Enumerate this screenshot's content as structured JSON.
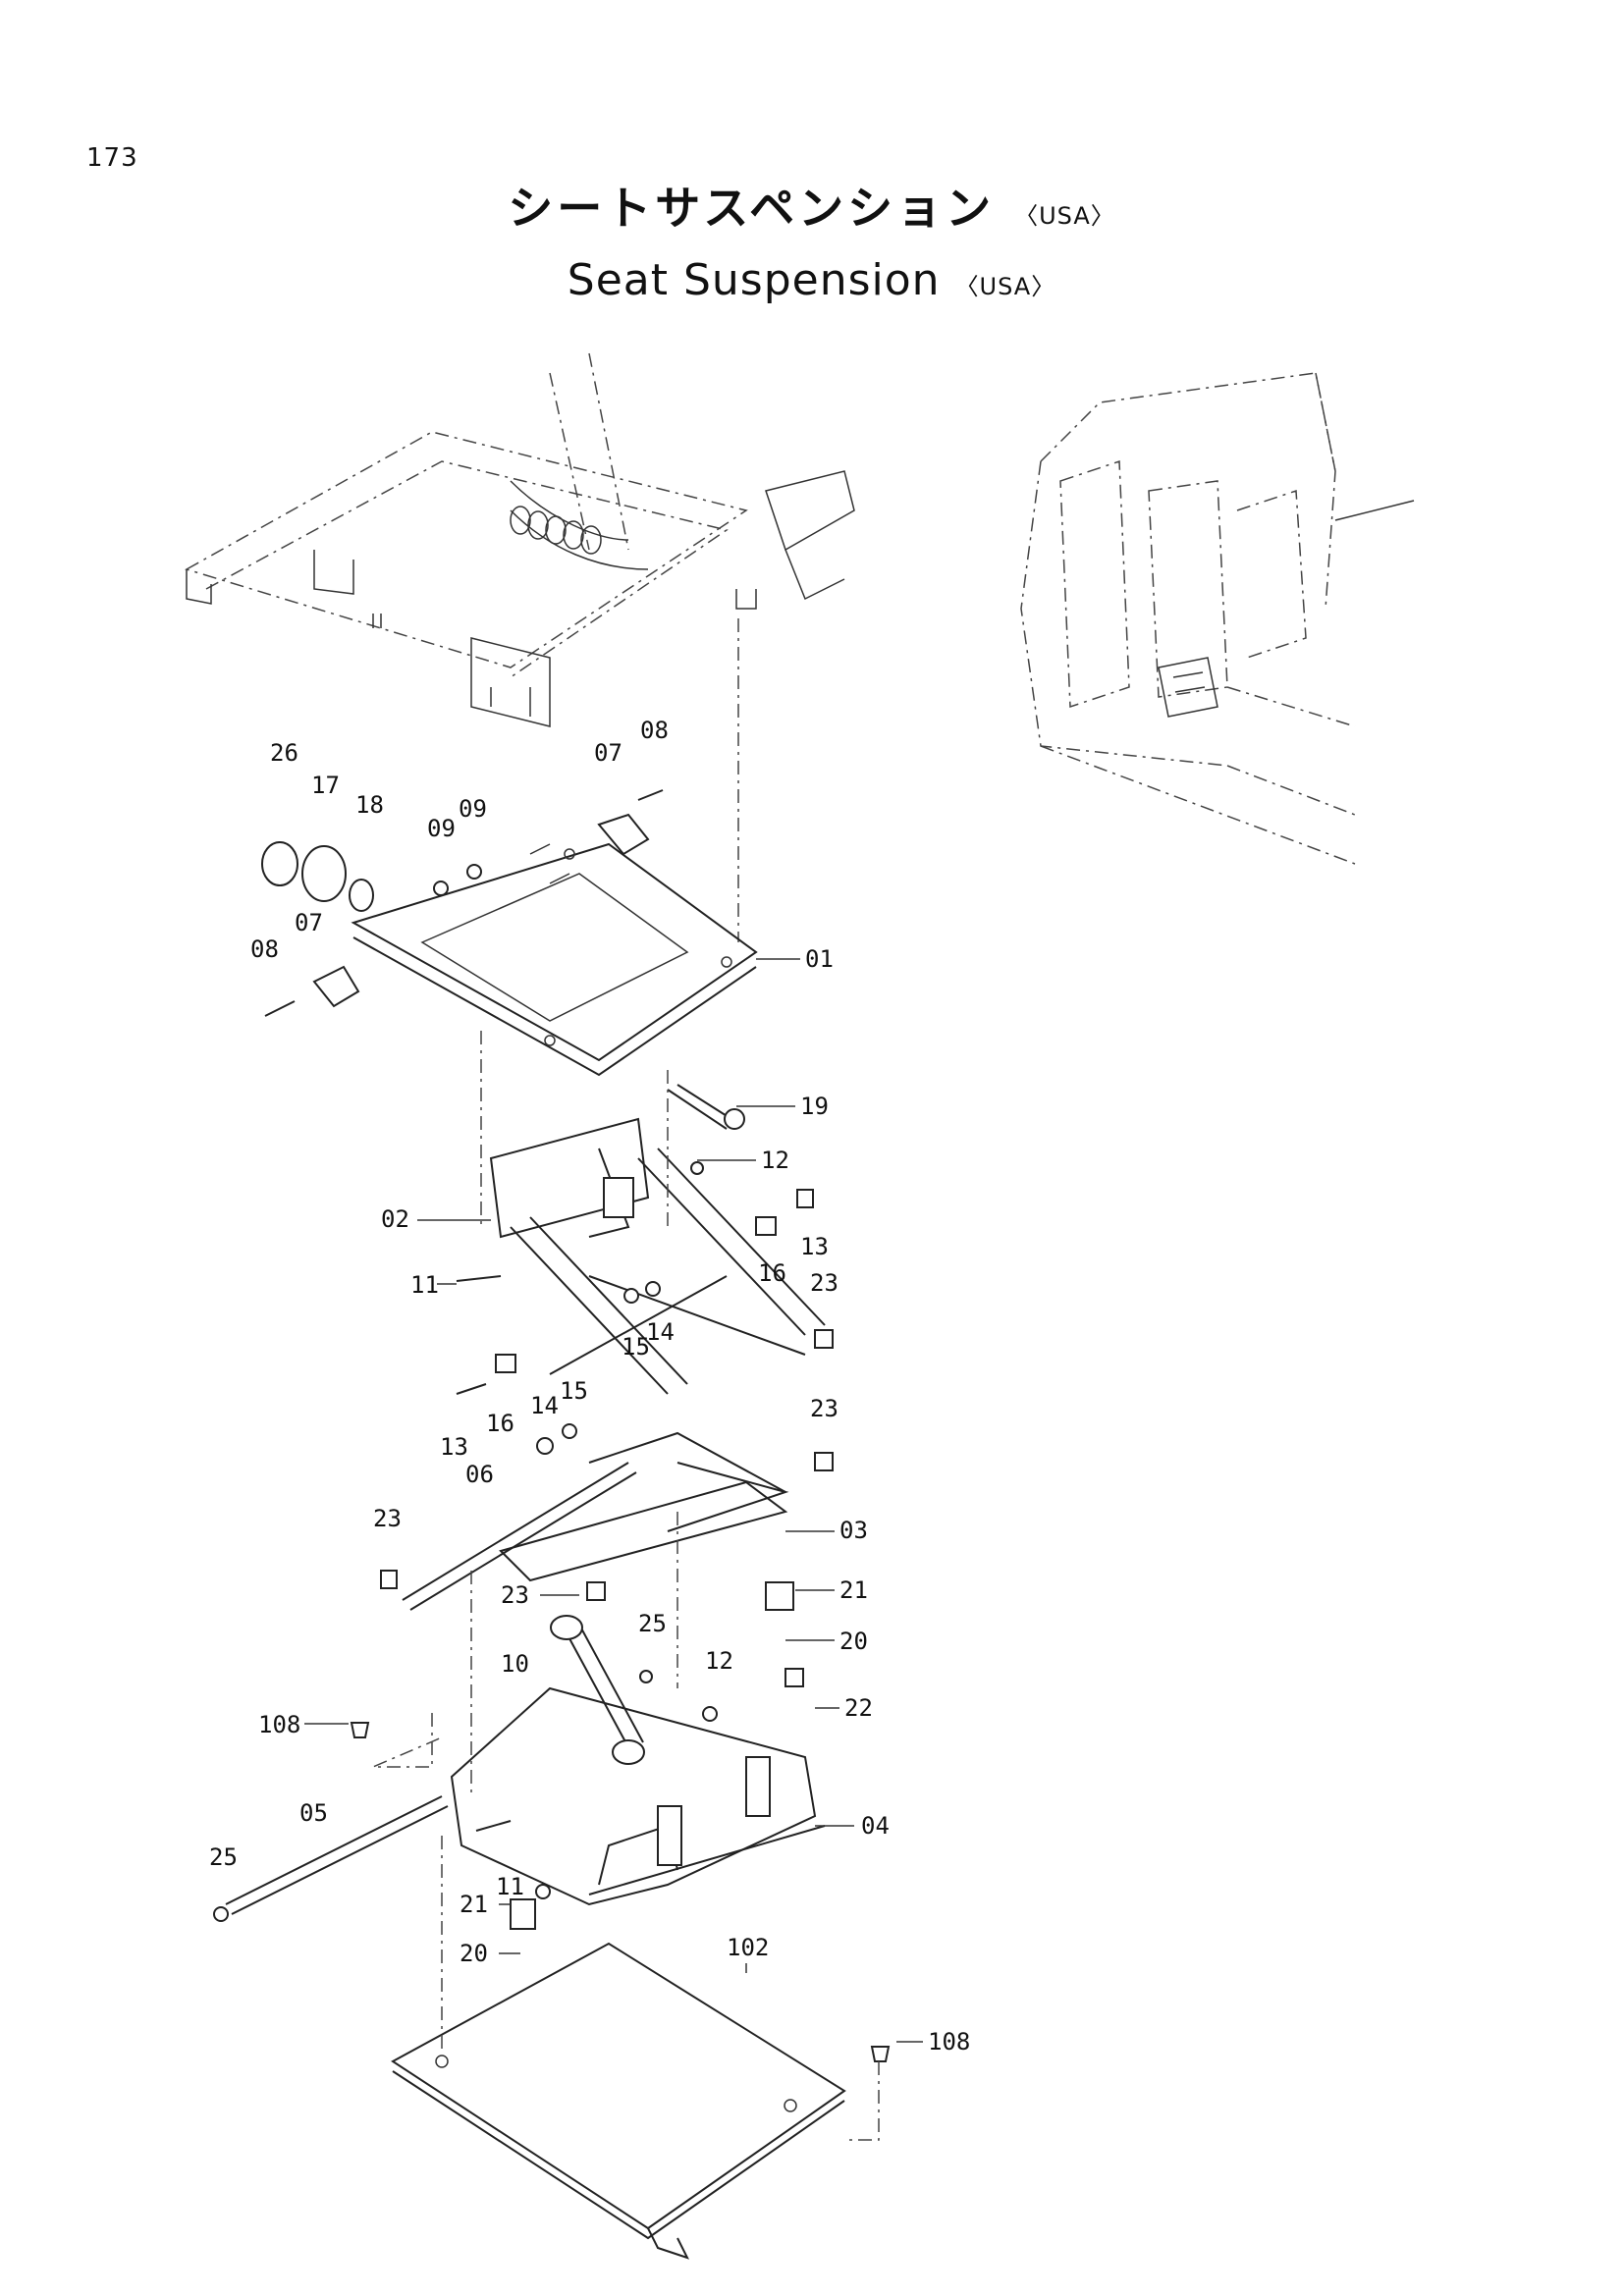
{
  "page_number": "173",
  "title_jp": "シートサスペンション",
  "title_en": "Seat Suspension",
  "region_tag": "〈USA〉",
  "part_labels": {
    "p01": "01",
    "p02": "02",
    "p03": "03",
    "p04": "04",
    "p05": "05",
    "p06": "06",
    "p07a": "07",
    "p07b": "07",
    "p08a": "08",
    "p08b": "08",
    "p09a": "09",
    "p09b": "09",
    "p10": "10",
    "p11a": "11",
    "p11b": "11",
    "p12a": "12",
    "p12b": "12",
    "p13a": "13",
    "p13b": "13",
    "p14a": "14",
    "p14b": "14",
    "p15a": "15",
    "p15b": "15",
    "p16a": "16",
    "p16b": "16",
    "p17": "17",
    "p18": "18",
    "p19": "19",
    "p20a": "20",
    "p20b": "20",
    "p21a": "21",
    "p21b": "21",
    "p22": "22",
    "p23a": "23",
    "p23b": "23",
    "p23c": "23",
    "p23d": "23",
    "p25a": "25",
    "p25b": "25",
    "p26": "26",
    "p102": "102",
    "p108a": "108",
    "p108b": "108"
  }
}
